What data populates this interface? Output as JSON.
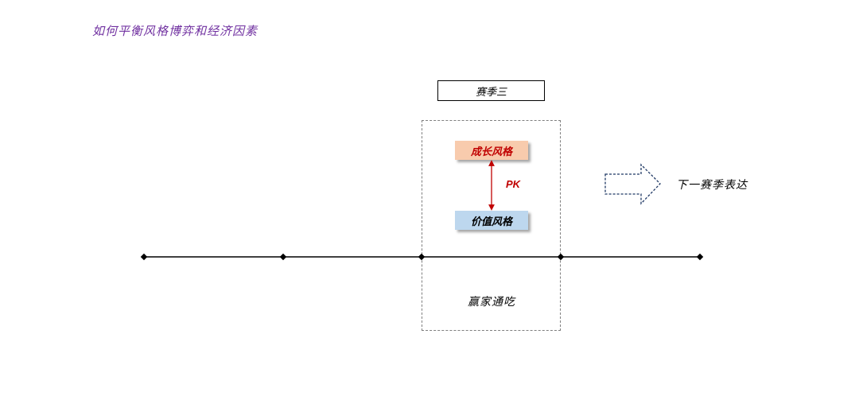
{
  "title": "如何平衡风格博弈和经济因素",
  "season": "赛季三",
  "growth_style": "成长风格",
  "value_style": "价值风格",
  "pk": "PK",
  "next_season": "下一赛季表达",
  "winner_all": "赢家通吃",
  "colors": {
    "title": "#7030a0",
    "growth_fill": "#f8cbad",
    "value_fill": "#bdd7ee",
    "accent_red": "#c00000",
    "arrow_outline": "#1f3864"
  }
}
